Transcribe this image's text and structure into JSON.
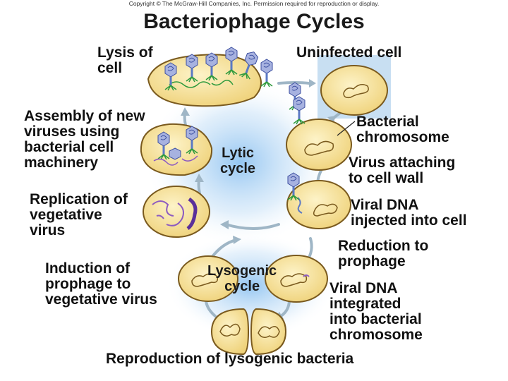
{
  "copyright": "Copyright © The McGraw-Hill Companies, Inc. Permission required for reproduction or display.",
  "title": "Bacteriophage Cycles",
  "cycles": {
    "lytic": "Lytic\ncycle",
    "lysogenic": "Lysogenic\ncycle"
  },
  "labels": {
    "lysis": "Lysis of\ncell",
    "uninfected": "Uninfected cell",
    "bacterial_chromosome": "Bacterial\nchromosome",
    "assembly": "Assembly of new\nviruses using\nbacterial cell\nmachinery",
    "attaching": "Virus attaching\nto cell wall",
    "replication": "Replication of\nvegetative\nvirus",
    "injected": "Viral DNA\ninjected into cell",
    "reduction": "Reduction to\nprophage",
    "induction": "Induction of\nprophage to\nvegetative virus",
    "integrated": "Viral DNA\nintegrated\ninto bacterial\nchromosome",
    "reproduction": "Reproduction of lysogenic bacteria"
  },
  "colors": {
    "cell_fill": "#f8e6a4",
    "cell_stroke": "#7a5a1e",
    "chromosome": "#7a5a1e",
    "phage_head": "#a7b2e0",
    "phage_tail": "#5b79c4",
    "phage_fiber": "#2e9a3d",
    "viral_dna": "#8d5bc0",
    "glow": "#aed4f5",
    "arrow": "#9fb6c6",
    "highlight_box": "#c8dff2"
  }
}
